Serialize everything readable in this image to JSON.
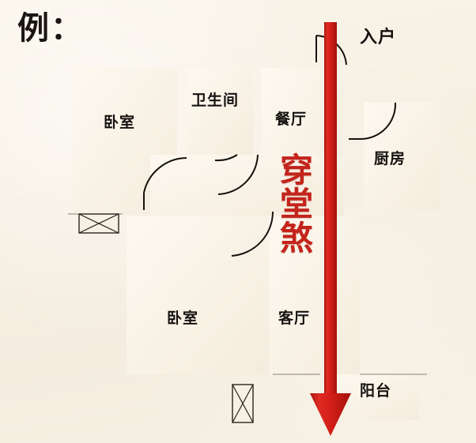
{
  "page": {
    "title_note": "例：",
    "background_color": "#f6efe2",
    "wall_color": "#4a3a2f",
    "wall_highlight": "#6b574a",
    "text_color": "#15110e",
    "accent_red": "#c3241b",
    "arrow_red": "#d4211c"
  },
  "annotation": {
    "example_marker": "例：",
    "curse_label": "穿堂煞",
    "curse_chars": [
      "穿",
      "堂",
      "煞"
    ],
    "arrow_name": "through-hall-draft-arrow",
    "arrow_direction": "downward"
  },
  "rooms": [
    {
      "id": "bedroom-1",
      "label": "卧室",
      "role": "bedroom"
    },
    {
      "id": "bathroom",
      "label": "卫生间",
      "role": "bathroom"
    },
    {
      "id": "dining",
      "label": "餐厅",
      "role": "dining-room"
    },
    {
      "id": "entrance",
      "label": "入户",
      "role": "entry-door"
    },
    {
      "id": "kitchen",
      "label": "厨房",
      "role": "kitchen"
    },
    {
      "id": "bedroom-2",
      "label": "卧室",
      "role": "bedroom"
    },
    {
      "id": "living",
      "label": "客厅",
      "role": "living-room"
    },
    {
      "id": "balcony",
      "label": "阳台",
      "role": "balcony"
    }
  ],
  "features": {
    "windows": [
      {
        "id": "window-left",
        "orientation": "horizontal"
      },
      {
        "id": "window-bottom",
        "orientation": "vertical"
      }
    ],
    "doors": [
      {
        "id": "door-entry"
      },
      {
        "id": "door-kitchen"
      },
      {
        "id": "door-bathroom"
      },
      {
        "id": "door-bedroom-1"
      },
      {
        "id": "door-bedroom-2"
      }
    ]
  }
}
